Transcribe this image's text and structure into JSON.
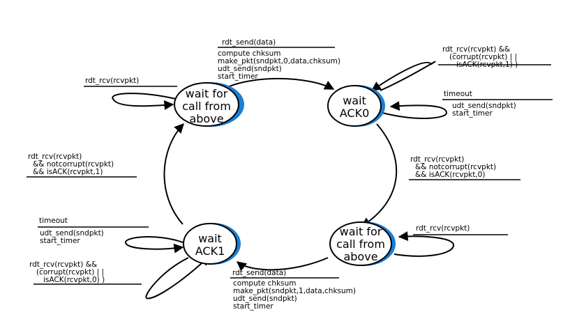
{
  "diagram": {
    "title": "",
    "colors": {
      "state_shading": "#1a7fd6",
      "line": "#000000"
    },
    "states": [
      {
        "id": "wait-call-0",
        "lines": [
          "wait for",
          "call from",
          "above"
        ]
      },
      {
        "id": "wait-ack0",
        "lines": [
          "wait",
          "ACK0"
        ]
      },
      {
        "id": "wait-call-1",
        "lines": [
          "wait for",
          "call from",
          "above"
        ]
      },
      {
        "id": "wait-ack1",
        "lines": [
          "wait",
          "ACK1"
        ]
      }
    ],
    "transitions": [
      {
        "id": "send0",
        "from": "wait-call-0",
        "to": "wait-ack0",
        "event": "rdt_send(data)",
        "actions": [
          "compute chksum",
          "make_pkt(sndpkt,0,data,chksum)",
          "udt_send(sndpkt)",
          "start_timer"
        ]
      },
      {
        "id": "ack0-corrupt",
        "from": "wait-ack0",
        "to": "wait-ack0",
        "event_lines": [
          "rdt_rcv(rcvpkt)  &&",
          "(corrupt(rcvpkt) | |",
          "isACK(rcvpkt,1) )"
        ],
        "actions": []
      },
      {
        "id": "ack0-timeout",
        "from": "wait-ack0",
        "to": "wait-ack0",
        "event": "timeout",
        "actions": [
          "udt_send(sndpkt)",
          "start_timer"
        ]
      },
      {
        "id": "ack0-ok",
        "from": "wait-ack0",
        "to": "wait-call-1",
        "event_lines": [
          "rdt_rcv(rcvpkt)",
          "&& notcorrupt(rcvpkt)",
          "&& isACK(rcvpkt,0)"
        ],
        "actions": []
      },
      {
        "id": "call1-rcv",
        "from": "wait-call-1",
        "to": "wait-call-1",
        "event": "rdt_rcv(rcvpkt)",
        "actions": []
      },
      {
        "id": "send1",
        "from": "wait-call-1",
        "to": "wait-ack1",
        "event": "rdt_send(data)",
        "actions": [
          "compute chksum",
          "make_pkt(sndpkt,1,data,chksum)",
          "udt_send(sndpkt)",
          "start_timer"
        ]
      },
      {
        "id": "ack1-timeout",
        "from": "wait-ack1",
        "to": "wait-ack1",
        "event": "timeout",
        "actions": [
          "udt_send(sndpkt)",
          "start_timer"
        ]
      },
      {
        "id": "ack1-corrupt",
        "from": "wait-ack1",
        "to": "wait-ack1",
        "event_lines": [
          "rdt_rcv(rcvpkt)  &&",
          "(corrupt(rcvpkt) | |",
          "isACK(rcvpkt,0) )"
        ],
        "actions": []
      },
      {
        "id": "ack1-ok",
        "from": "wait-ack1",
        "to": "wait-call-0",
        "event_lines": [
          "rdt_rcv(rcvpkt)",
          "&& notcorrupt(rcvpkt)",
          "&& isACK(rcvpkt,1)"
        ],
        "actions": []
      },
      {
        "id": "call0-rcv",
        "from": "wait-call-0",
        "to": "wait-call-0",
        "event": "rdt_rcv(rcvpkt)",
        "actions": []
      }
    ]
  }
}
